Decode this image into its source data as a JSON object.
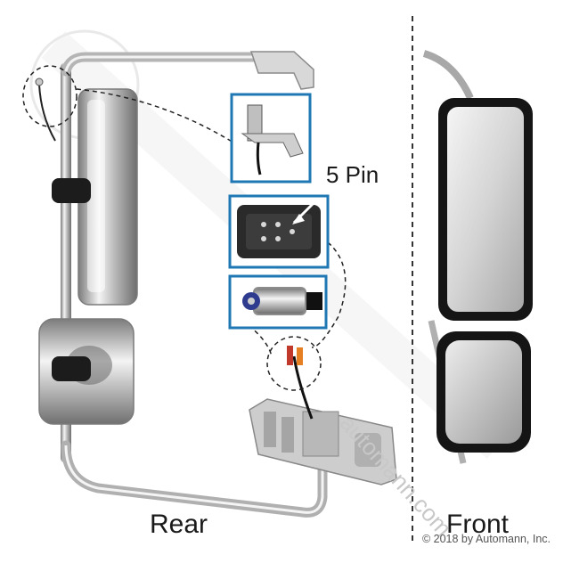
{
  "labels": {
    "rear": "Rear",
    "front": "Front",
    "pin": "5 Pin",
    "copyright": "© 2018 by Automann, Inc.",
    "watermark_url": "automann.com"
  },
  "colors": {
    "callout_border": "#1f77b4",
    "chrome_light": "#f2f2f2",
    "chrome_dark": "#8a8a8a",
    "glass": "#d9d9d9",
    "frame": "#222222"
  }
}
